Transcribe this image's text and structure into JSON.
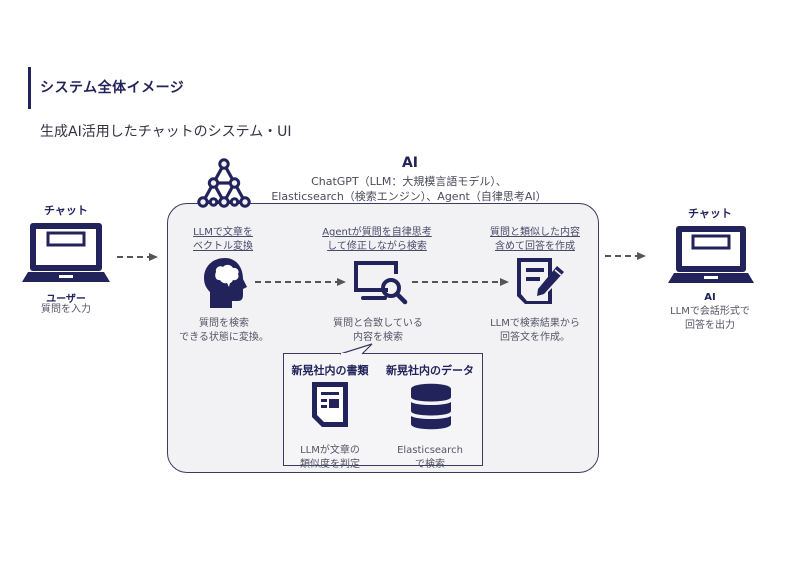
{
  "header": {
    "title": "システム全体イメージ",
    "subtitle": "生成AI活用したチャットのシステム・UI"
  },
  "ai_system": {
    "title": "AI",
    "desc_line1": "ChatGPT（LLM：大規模言語モデル）、",
    "desc_line2": "Elasticsearch（検索エンジン）、Agent（自律思考AI）",
    "icon": "neural-network-icon"
  },
  "user_chat": {
    "label": "チャット",
    "role": "ユーザー",
    "desc": "質問を入力",
    "icon": "laptop-icon"
  },
  "ai_chat": {
    "label": "チャット",
    "role": "AI",
    "desc_line1": "LLMで会話形式で",
    "desc_line2": "回答を出力",
    "icon": "laptop-icon"
  },
  "steps": [
    {
      "head_line1": "LLMで文章を",
      "head_line2": "ベクトル変換",
      "desc_line1": "質問を検索",
      "desc_line2": "できる状態に変換。",
      "icon": "brain-head-icon"
    },
    {
      "head_line1": "Agentが質問を自律思考",
      "head_line2": "して修正しながら検索",
      "desc_line1": "質問と合致している",
      "desc_line2": "内容を検索",
      "icon": "monitor-search-icon"
    },
    {
      "head_line1": "質問と類似した内容",
      "head_line2": "含めて回答を作成",
      "desc_line1": "LLMで検索結果から",
      "desc_line2": "回答文を作成。",
      "icon": "document-edit-icon"
    }
  ],
  "sources": [
    {
      "title": "新晃社内の書類",
      "desc_line1": "LLMが文章の",
      "desc_line2": "類似度を判定",
      "icon": "document-icon"
    },
    {
      "title": "新晃社内のデータ",
      "desc_line1": "Elasticsearch",
      "desc_line2": "で検索",
      "icon": "database-icon"
    }
  ],
  "colors": {
    "primary": "#23235c",
    "box_bg": "#f2f2f4",
    "arrow": "#555555"
  }
}
